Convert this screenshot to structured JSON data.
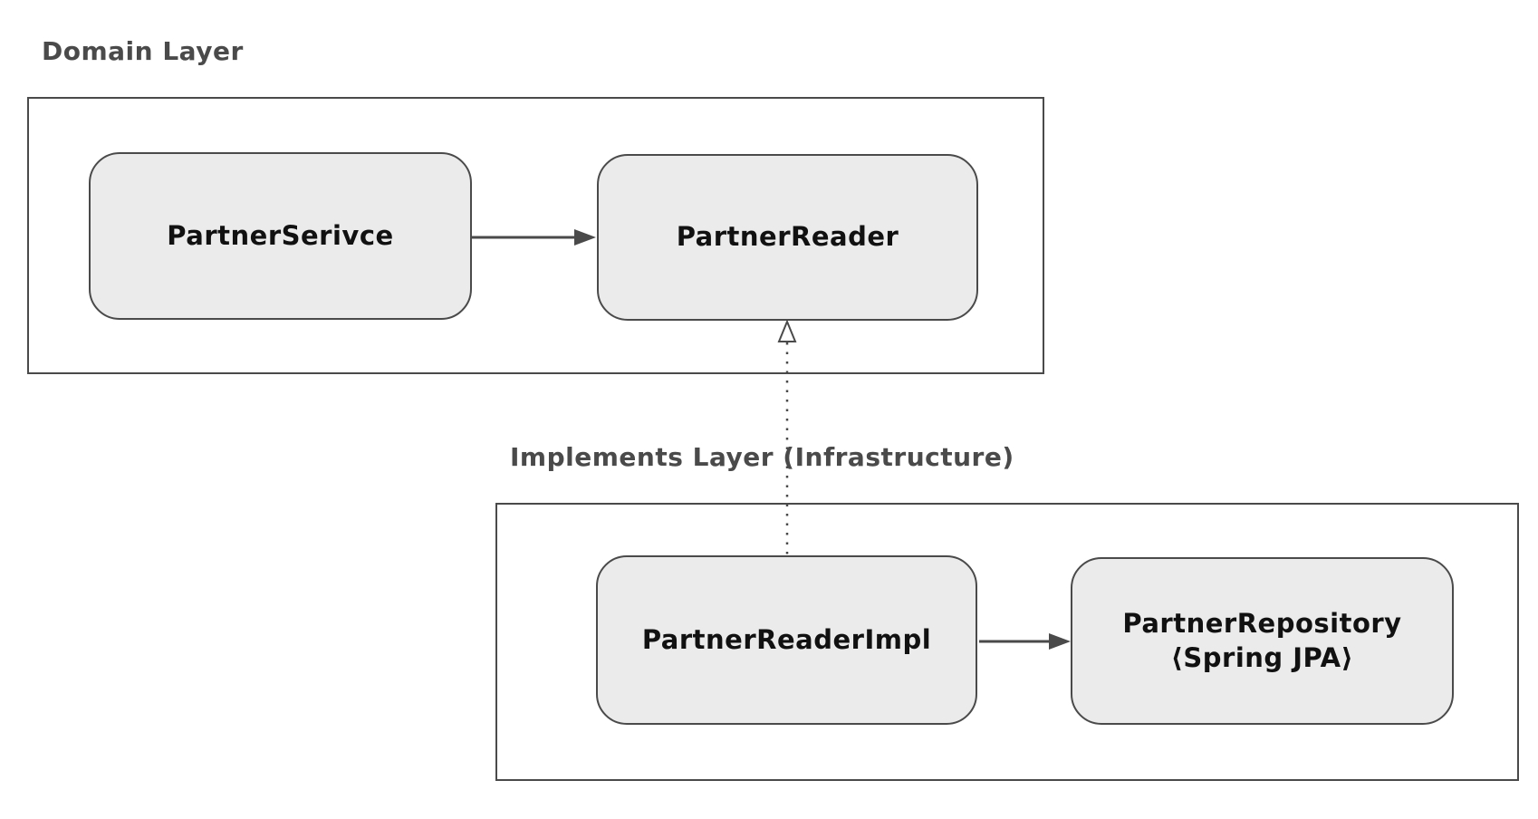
{
  "colors": {
    "background": "#ffffff",
    "stroke": "#4a4a4a",
    "node_fill": "#ebebeb",
    "node_text": "#111111",
    "label_text": "#4a4a4a"
  },
  "layers": {
    "domain": {
      "label": "Domain Layer",
      "nodes": [
        {
          "label": "PartnerSerivce"
        },
        {
          "label": "PartnerReader"
        }
      ]
    },
    "infrastructure": {
      "label": "Implements Layer (Infrastructure)",
      "nodes": [
        {
          "label": "PartnerReaderImpl"
        },
        {
          "label": "PartnerRepository",
          "sublabel": "⟨Spring JPA⟩"
        }
      ]
    }
  },
  "edges": [
    {
      "from": "PartnerSerivce",
      "to": "PartnerReader",
      "style": "solid-arrow"
    },
    {
      "from": "PartnerReaderImpl",
      "to": "PartnerRepository",
      "style": "solid-arrow"
    },
    {
      "from": "PartnerReaderImpl",
      "to": "PartnerReader",
      "style": "dotted-hollow-triangle-arrow"
    }
  ]
}
